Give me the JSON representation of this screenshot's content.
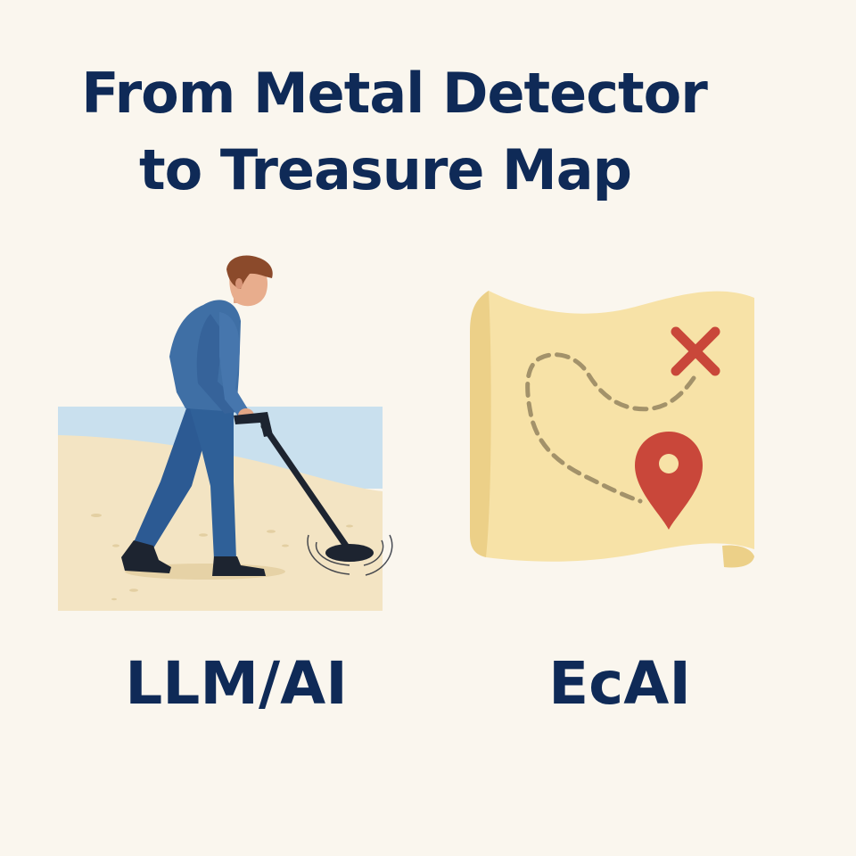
{
  "title": {
    "line1": "From Metal Detector",
    "line2": "to Treasure Map"
  },
  "left_panel": {
    "caption": "LLM/AI",
    "icon": "person-with-metal-detector-on-beach"
  },
  "right_panel": {
    "caption": "EcAI",
    "icon": "treasure-map-with-x-and-location-pin"
  },
  "colors": {
    "background": "#faf6ee",
    "text": "#0f2a57",
    "sea": "#c9e0ee",
    "sand": "#f3e4c3",
    "shirt": "#3f6fa5",
    "pants": "#2c5a93",
    "map_paper": "#f7e2a7",
    "map_shadow": "#ecd088",
    "x_mark": "#c9473a",
    "pin": "#c9473a",
    "trail": "#a3926a"
  }
}
